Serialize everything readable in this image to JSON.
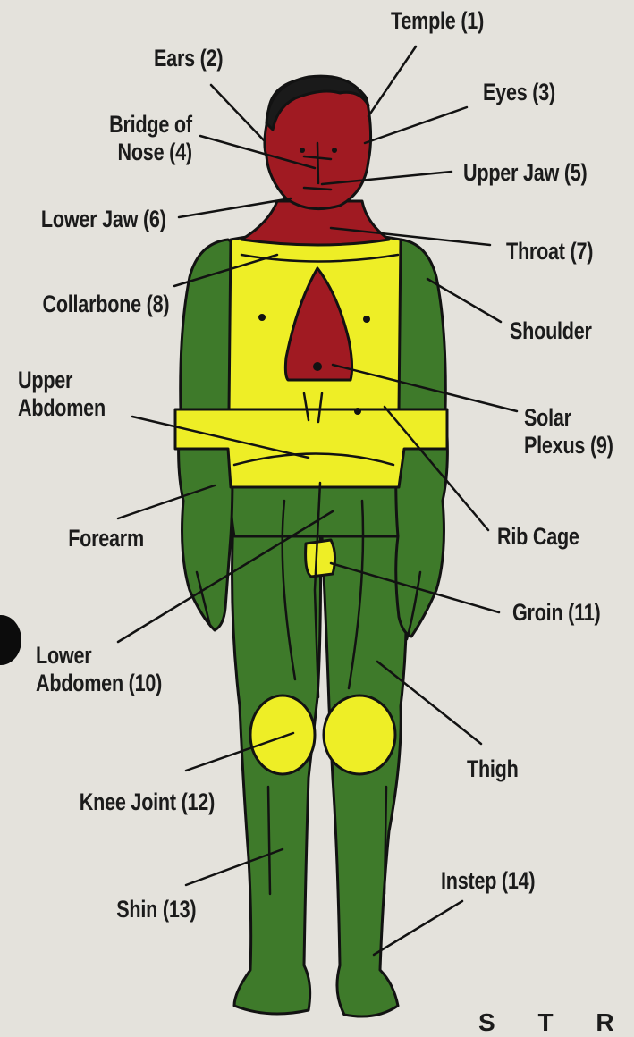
{
  "colors": {
    "background": "#e4e2dc",
    "red_zone": "#a01a22",
    "yellow_zone": "#eeee26",
    "green_zone": "#3e7a2a",
    "outline": "#121212"
  },
  "labels": {
    "temple": "Temple (1)",
    "ears": "Ears (2)",
    "eyes": "Eyes (3)",
    "bridge_of_nose": "Bridge of\nNose (4)",
    "upper_jaw": "Upper Jaw (5)",
    "lower_jaw": "Lower Jaw (6)",
    "throat": "Throat (7)",
    "collarbone": "Collarbone (8)",
    "shoulder": "Shoulder",
    "upper_abdomen": "Upper\nAbdomen",
    "solar_plexus": "Solar\nPlexus (9)",
    "forearm": "Forearm",
    "rib_cage": "Rib Cage",
    "groin": "Groin (11)",
    "lower_abdomen": "Lower\nAbdomen (10)",
    "thigh": "Thigh",
    "knee_joint": "Knee Joint (12)",
    "shin": "Shin (13)",
    "instep": "Instep (14)"
  },
  "footer_text": "S T R"
}
